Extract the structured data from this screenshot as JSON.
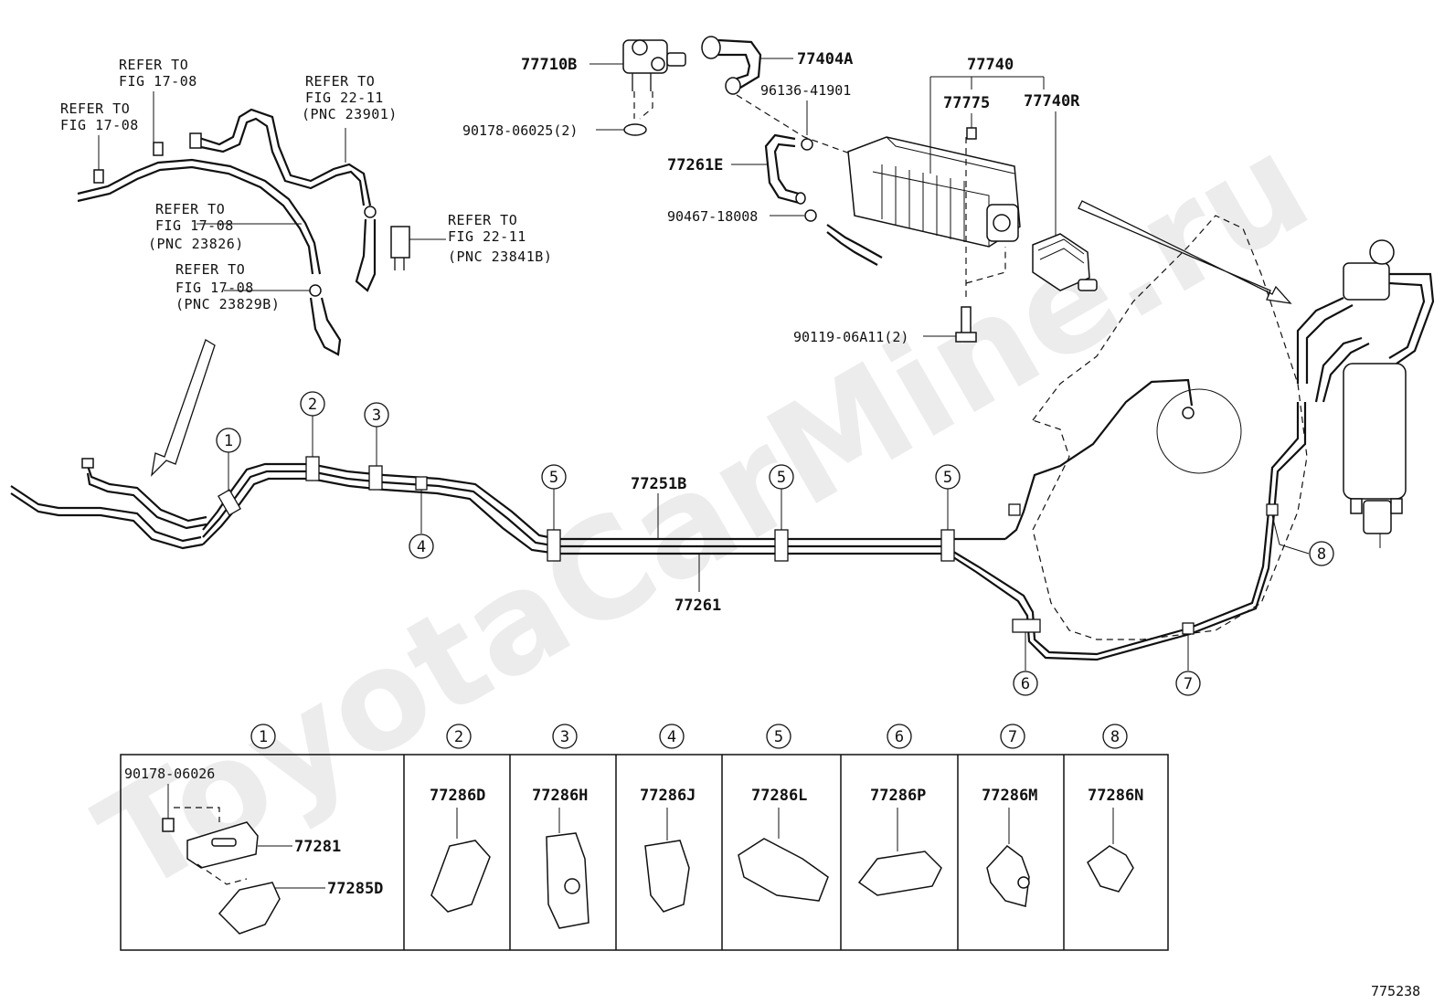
{
  "watermark": "ToyotaCarMine.ru",
  "figure_number": "775238",
  "labels": {
    "p77710B": "77710B",
    "p77404A": "77404A",
    "p77740": "77740",
    "p96136": "96136-41901",
    "p77775": "77775",
    "p77740R": "77740R",
    "p90178_06025": "90178-06025(2)",
    "p77261E": "77261E",
    "p90467": "90467-18008",
    "p90119": "90119-06A11(2)",
    "p77251B": "77251B",
    "p77261": "77261"
  },
  "refs": {
    "ref1": [
      "REFER TO",
      "FIG 17-08"
    ],
    "ref2": [
      "REFER TO",
      "FIG 17-08"
    ],
    "ref3": [
      "REFER TO",
      "FIG 22-11",
      "(PNC 23901)"
    ],
    "ref4": [
      "REFER TO",
      "FIG 17-08",
      "(PNC 23826)"
    ],
    "ref5": [
      "REFER TO",
      "FIG 22-11",
      "(PNC 23841B)"
    ],
    "ref6": [
      "REFER TO",
      "FIG 17-08",
      "(PNC 23829B)"
    ]
  },
  "callouts": [
    "1",
    "2",
    "3",
    "4",
    "5",
    "6",
    "7",
    "8"
  ],
  "legend": {
    "headers": [
      "1",
      "2",
      "3",
      "4",
      "5",
      "6",
      "7",
      "8"
    ],
    "cell1": {
      "bolt": "90178-06026",
      "bracket": "77281",
      "clamp": "77285D"
    },
    "parts": [
      "77286D",
      "77286H",
      "77286J",
      "77286L",
      "77286P",
      "77286M",
      "77286N"
    ]
  }
}
